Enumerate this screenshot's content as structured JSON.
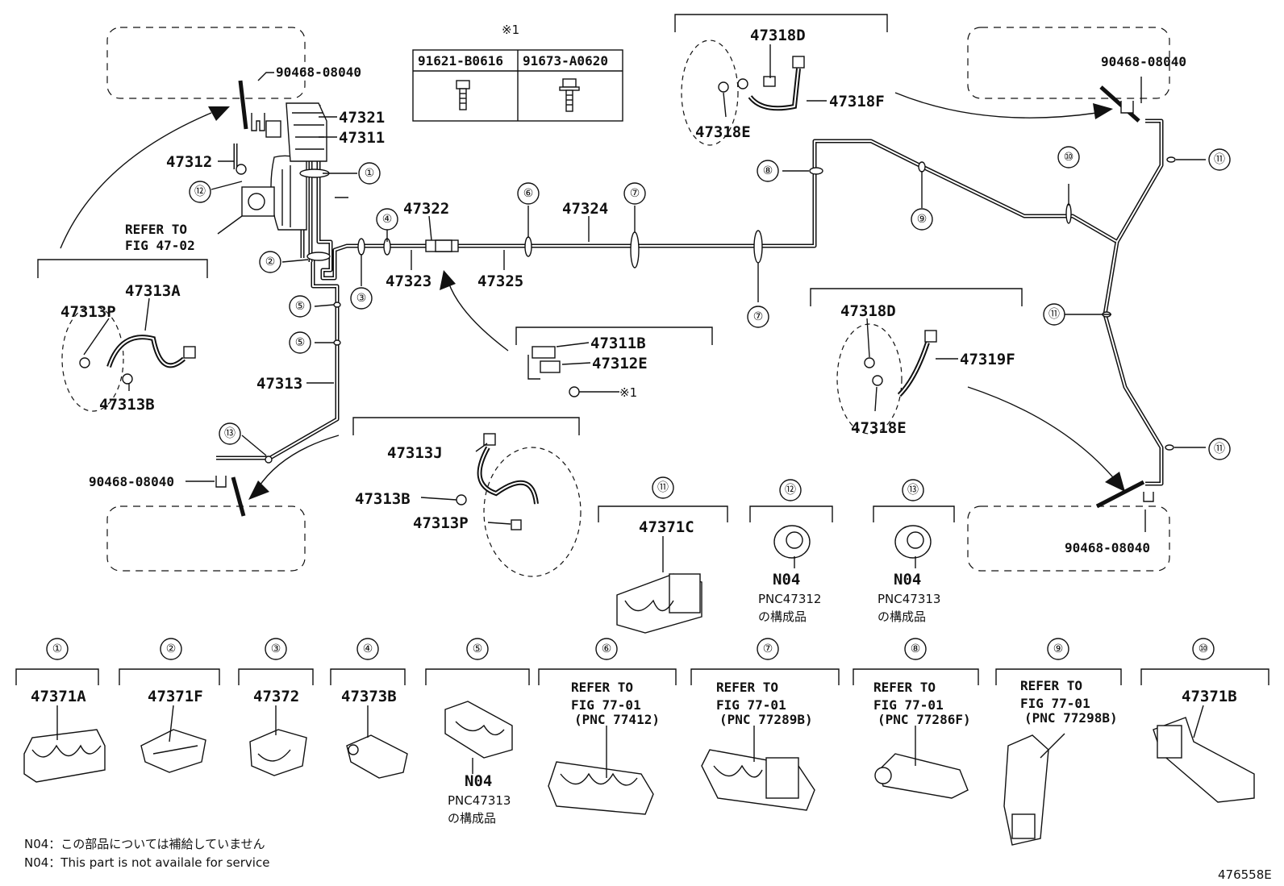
{
  "top_labels": {
    "p90468_tl": "90468-08040",
    "p47321": "47321",
    "p47311": "47311",
    "p47312": "47312",
    "refer_to_1": "REFER TO",
    "fig_47_02": "FIG 47-02",
    "p47322": "47322",
    "p47323": "47323",
    "p47324": "47324",
    "p47325": "47325",
    "p47318D_top": "47318D",
    "p47318F": "47318F",
    "p47318E_top": "47318E",
    "p90468_tr": "90468-08040",
    "p47313A": "47313A",
    "p47313P_l": "47313P",
    "p47313B_l": "47313B",
    "p47313": "47313",
    "p90468_bl": "90468-08040",
    "p47311B": "47311B",
    "p47312E": "47312E",
    "mark1": "※1",
    "p47313J": "47313J",
    "p47313B_m": "47313B",
    "p47313P_m": "47313P",
    "p47318D_mid": "47318D",
    "p47319F": "47319F",
    "p47318E_mid": "47318E",
    "p90468_br": "90468-08040",
    "code": "476558E"
  },
  "bolt_table": {
    "mark": "※1",
    "col1": "91621-B0616",
    "col2": "91673-A0620"
  },
  "circles": [
    "①",
    "②",
    "③",
    "④",
    "⑤",
    "⑥",
    "⑦",
    "⑧",
    "⑨",
    "⑩",
    "⑪",
    "⑫",
    "⑬"
  ],
  "mid_parts": {
    "p11_num": "⑪",
    "p11_label": "47371C",
    "p12_num": "⑫",
    "p12_label": "N04",
    "p12_pnc": "PNC47312",
    "p12_sub": "の構成品",
    "p13_num": "⑬",
    "p13_label": "N04",
    "p13_pnc": "PNC47313",
    "p13_sub": "の構成品"
  },
  "bottom_parts": [
    {
      "num": "①",
      "label": "47371A"
    },
    {
      "num": "②",
      "label": "47371F"
    },
    {
      "num": "③",
      "label": "47372"
    },
    {
      "num": "④",
      "label": "47373B"
    },
    {
      "num": "⑤",
      "label": "N04",
      "pnc": "PNC47313",
      "sub": "の構成品"
    },
    {
      "num": "⑥",
      "l1": "REFER TO",
      "l2": "FIG 77-01",
      "l3": "(PNC 77412)"
    },
    {
      "num": "⑦",
      "l1": "REFER TO",
      "l2": "FIG 77-01",
      "l3": "(PNC 77289B)"
    },
    {
      "num": "⑧",
      "l1": "REFER TO",
      "l2": "FIG 77-01",
      "l3": "(PNC 77286F)"
    },
    {
      "num": "⑨",
      "l1": "REFER TO",
      "l2": "FIG 77-01",
      "l3": "(PNC 77298B)"
    },
    {
      "num": "⑩",
      "label": "47371B"
    }
  ],
  "notes": {
    "jp": "N04：この部品については補給していません",
    "en": "N04：This part is not availale for service"
  }
}
